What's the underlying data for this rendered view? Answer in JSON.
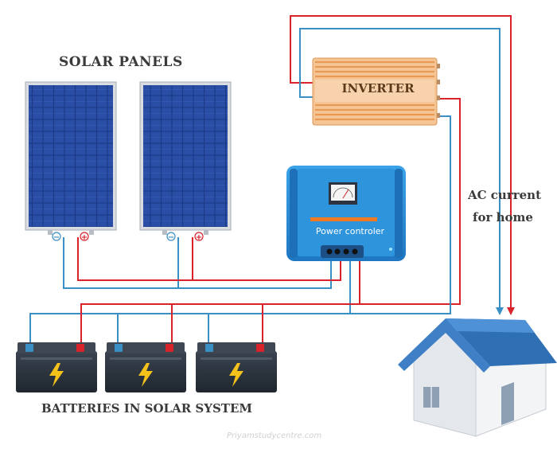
{
  "labels": {
    "solar_panels": "SOLAR PANELS",
    "inverter": "INVERTER",
    "power_controller": "Power controler",
    "ac_current_line1": "AC current",
    "ac_current_line2": "for home",
    "batteries": "BATTERIES IN SOLAR SYSTEM",
    "watermark": "Priyamstudycentre.com"
  },
  "terminals": {
    "negative": "−",
    "positive": "+"
  },
  "icons": [
    "solar-panel-icon",
    "inverter-icon",
    "charge-controller-icon",
    "battery-icon",
    "lightning-bolt-icon",
    "house-icon",
    "meter-icon",
    "arrow-down-icon"
  ],
  "colors": {
    "positive_wire": "#d8232a",
    "negative_wire": "#3a8fc4",
    "panel_cell": "#1f3f8f",
    "inverter": "#f2b277",
    "controller": "#2a8fd6",
    "battery": "#2b3440",
    "roof": "#3f7fc6"
  }
}
